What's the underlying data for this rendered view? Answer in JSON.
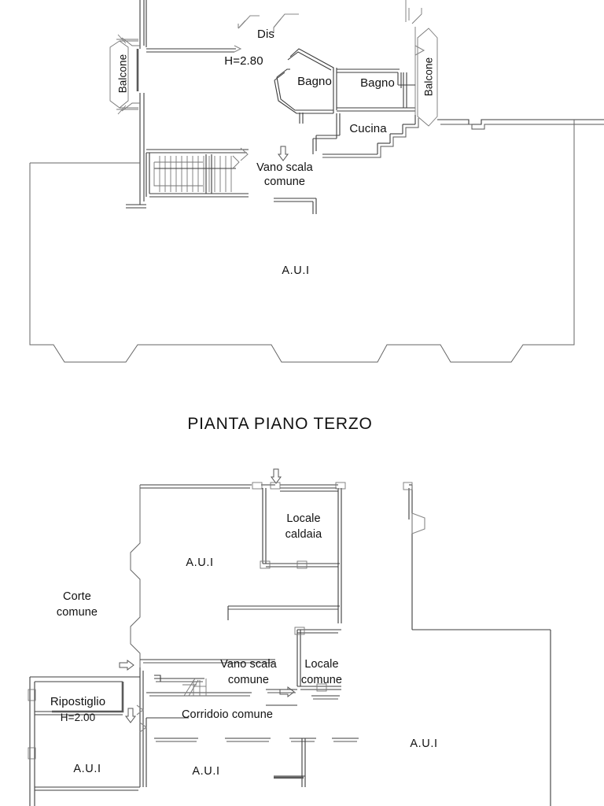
{
  "document": {
    "kind": "architectural-floor-plan",
    "language": "it",
    "background_color": "#ffffff",
    "line_color": "#3d3d3d",
    "text_color": "#111111"
  },
  "section_title": "PIANTA PIANO TERZO",
  "upper_plan": {
    "name": "upper-floor-plan",
    "labels": {
      "dis": "Dis",
      "height_note": "H=2.80",
      "bagno_left": "Bagno",
      "bagno_right": "Bagno",
      "cucina": "Cucina",
      "balcone_left": "Balcone",
      "balcone_right": "Balcone",
      "vano_scala_line1": "Vano scala",
      "vano_scala_line2": "comune",
      "aui": "A.U.I"
    }
  },
  "lower_plan": {
    "name": "lower-floor-plan",
    "labels": {
      "locale_caldaia_line1": "Locale",
      "locale_caldaia_line2": "caldaia",
      "aui_top": "A.U.I",
      "corte_comune_line1": "Corte",
      "corte_comune_line2": "comune",
      "vano_scala_line1": "Vano scala",
      "vano_scala_line2": "comune",
      "locale_comune_line1": "Locale",
      "locale_comune_line2": "comune",
      "ripostiglio": "Ripostiglio",
      "ripostiglio_height": "H=2.00",
      "corridoio_comune": "Corridoio comune",
      "aui_bottom_left": "A.U.I",
      "aui_bottom_mid": "A.U.I",
      "aui_right": "A.U.I"
    }
  }
}
